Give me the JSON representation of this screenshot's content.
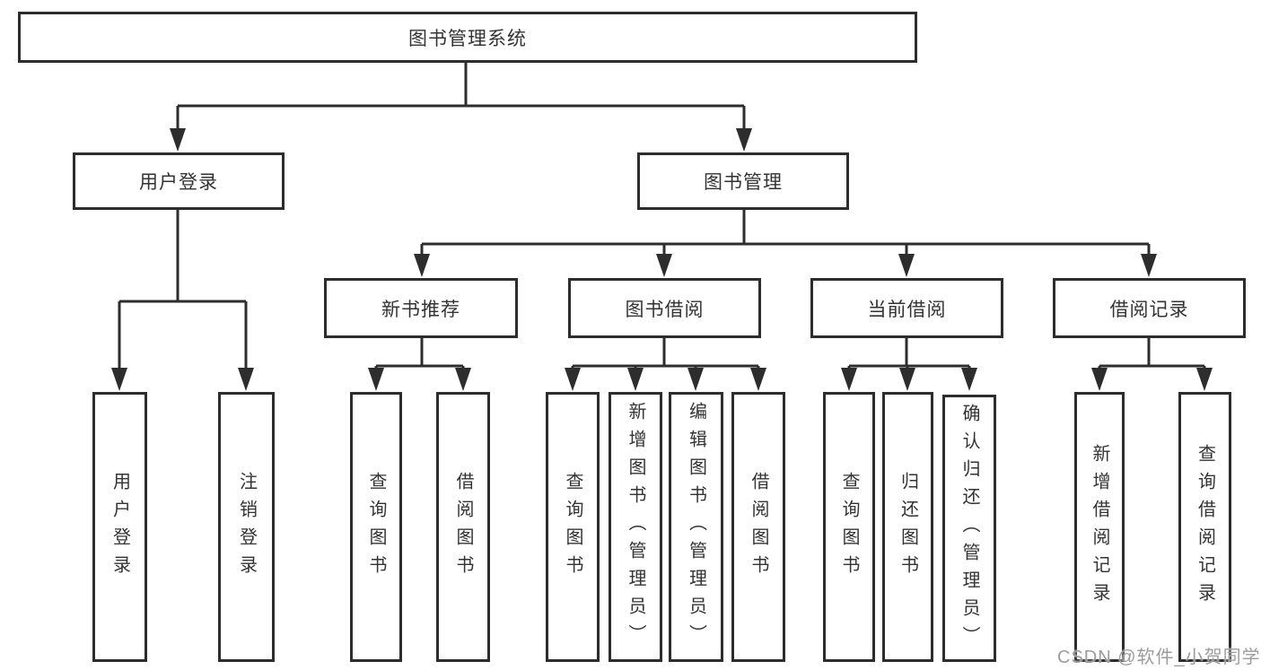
{
  "colors": {
    "line": "#2d2d2d",
    "box_border": "#2d2d2d",
    "text": "#333333",
    "background": "#ffffff",
    "watermark": "#9c9c9c"
  },
  "watermark": {
    "text": "CSDN @软件_小贺同学"
  },
  "tree": {
    "root": {
      "label": "图书管理系统"
    },
    "branches": [
      {
        "label": "用户登录",
        "children": [
          {
            "label": "用户登录"
          },
          {
            "label": "注销登录"
          }
        ]
      },
      {
        "label": "图书管理",
        "children": [
          {
            "label": "新书推荐",
            "children": [
              {
                "label": "查询图书"
              },
              {
                "label": "借阅图书"
              }
            ]
          },
          {
            "label": "图书借阅",
            "children": [
              {
                "label": "查询图书"
              },
              {
                "label": "新增图书（管理员）"
              },
              {
                "label": "编辑图书（管理员）"
              },
              {
                "label": "借阅图书"
              }
            ]
          },
          {
            "label": "当前借阅",
            "children": [
              {
                "label": "查询图书"
              },
              {
                "label": "归还图书"
              },
              {
                "label": "确认归还（管理员）"
              }
            ]
          },
          {
            "label": "借阅记录",
            "children": [
              {
                "label": "新增借阅记录"
              },
              {
                "label": "查询借阅记录"
              }
            ]
          }
        ]
      }
    ]
  }
}
